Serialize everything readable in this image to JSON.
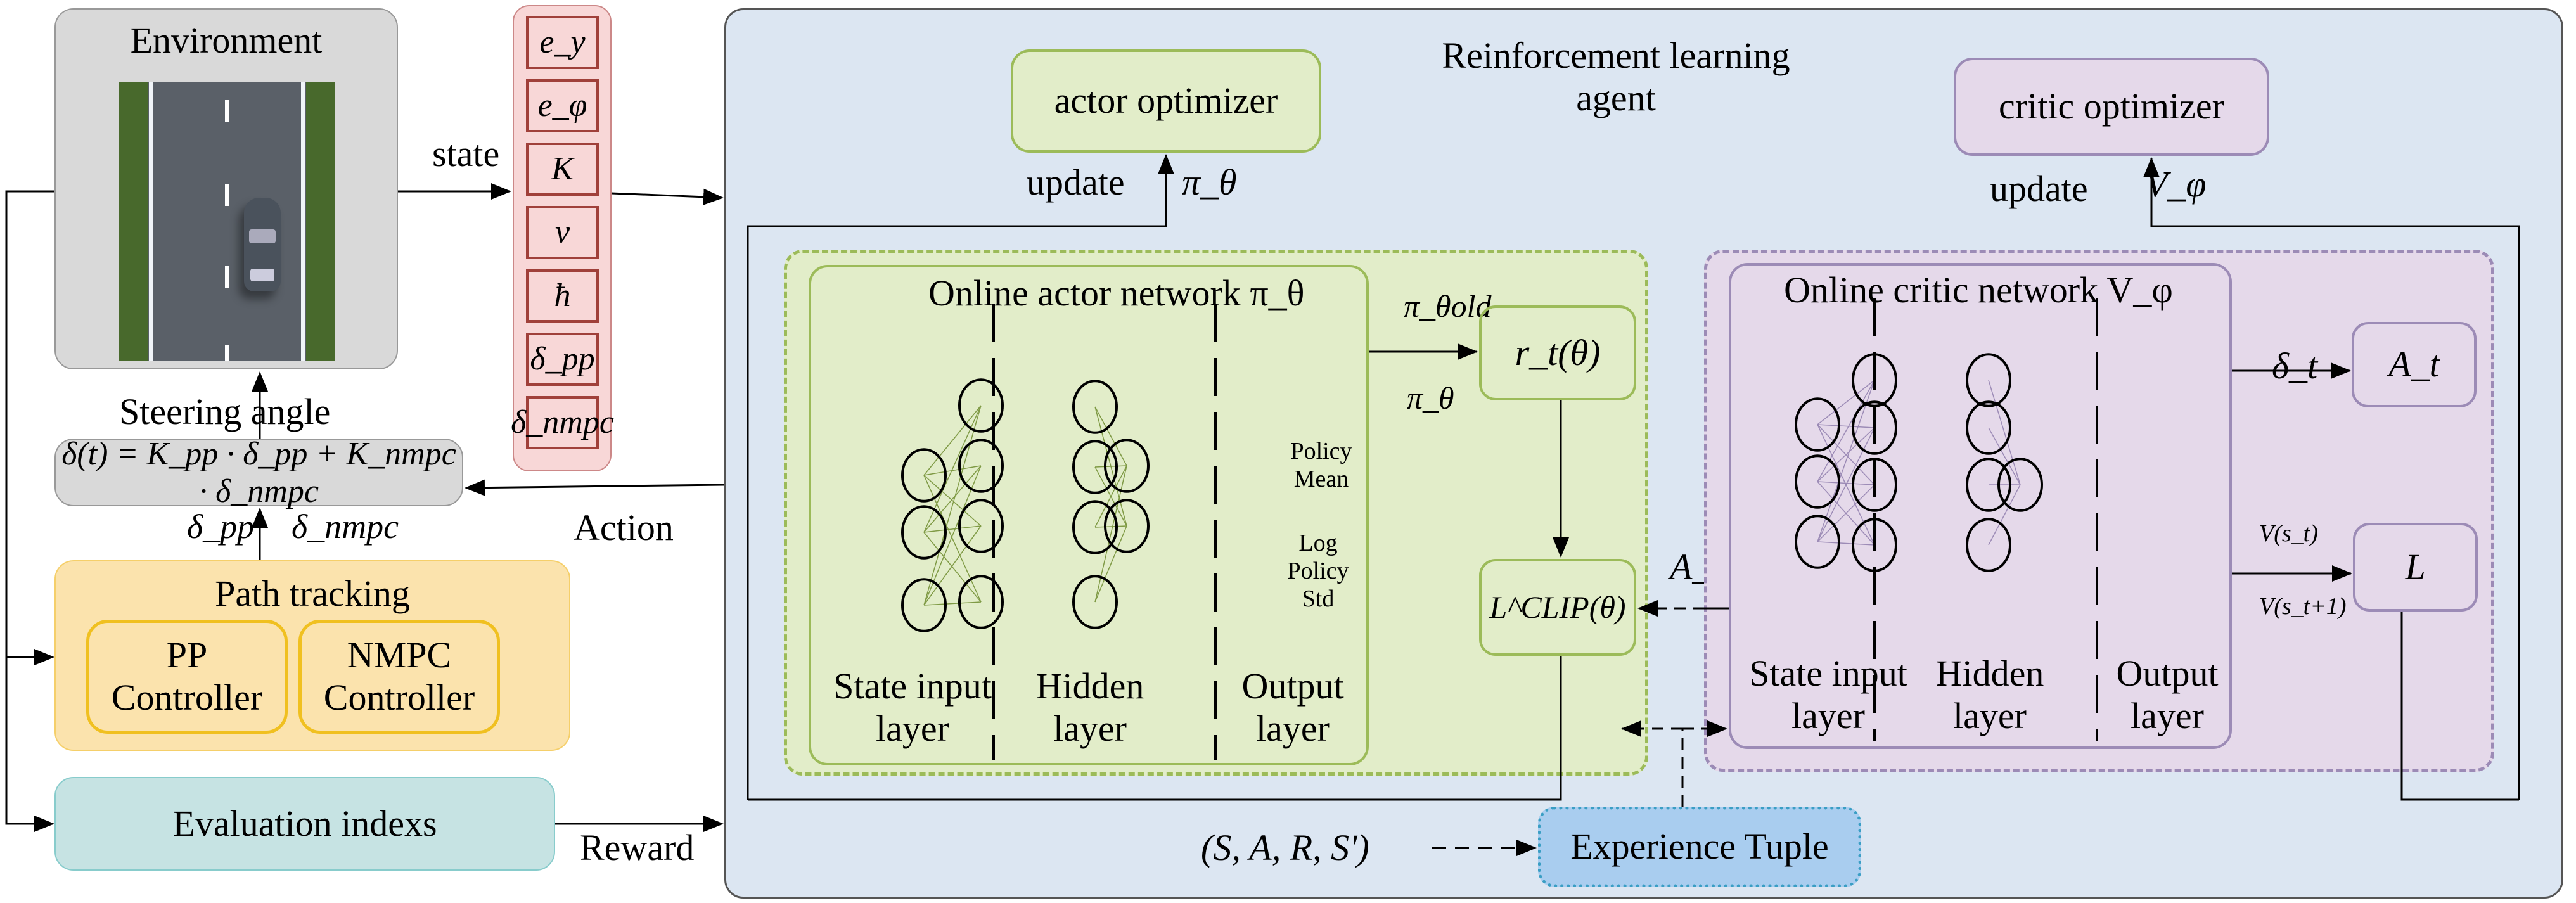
{
  "environment": {
    "title": "Environment"
  },
  "state_vector": {
    "items": [
      "e_y",
      "e_φ",
      "K",
      "v",
      "ħ",
      "δ_pp",
      "δ_nmpc"
    ],
    "label": "state"
  },
  "steering": {
    "label": "Steering angle",
    "formula": "δ(t) = K_pp · δ_pp + K_nmpc · δ_nmpc",
    "delta_pp": "δ_pp",
    "delta_nmpc": "δ_nmpc"
  },
  "path_tracking": {
    "title": "Path tracking",
    "pp": "PP\nController",
    "nmpc": "NMPC\nController"
  },
  "evaluation": {
    "title": "Evaluation indexs",
    "reward": "Reward"
  },
  "action_label": "Action",
  "agent": {
    "title": "Reinforcement learning agent",
    "actor_optimizer": "actor optimizer",
    "critic_optimizer": "critic optimizer",
    "update": "update",
    "pi_theta": "π_θ",
    "v_phi": "V_φ",
    "actor_net": {
      "title": "Online actor network π_θ",
      "layers": [
        "State input layer",
        "Hidden layer",
        "Output layer"
      ],
      "outputs": [
        "Policy Mean",
        "Log Policy Std"
      ]
    },
    "critic_net": {
      "title": "Online critic network V_φ",
      "layers": [
        "State input layer",
        "Hidden layer",
        "Output layer"
      ]
    },
    "ratio": "r_t(θ)",
    "clip": "L^CLIP(θ)",
    "pi_old": "π_θold",
    "pi_new": "π_θ",
    "advantage": "A_t",
    "loss": "L",
    "delta_t": "δ_t",
    "v_st": "V(s_t)",
    "v_st1": "V(s_t+1)",
    "tuple": "(S, A, R, S')",
    "experience": "Experience Tuple"
  },
  "colors": {
    "env": "#d9d9d9",
    "state": "#f8d7d7",
    "state_border": "#a0403a",
    "path": "#fbe3ad",
    "path_border": "#f0c020",
    "eval": "#c6e3e3",
    "agent": "#dce6f2",
    "actor": "#e2edc9",
    "actor_border": "#9cbb59",
    "critic": "#e5d9ea",
    "critic_border": "#9c8bb6",
    "experience": "#a9cdef",
    "experience_border": "#3a9ec4"
  }
}
